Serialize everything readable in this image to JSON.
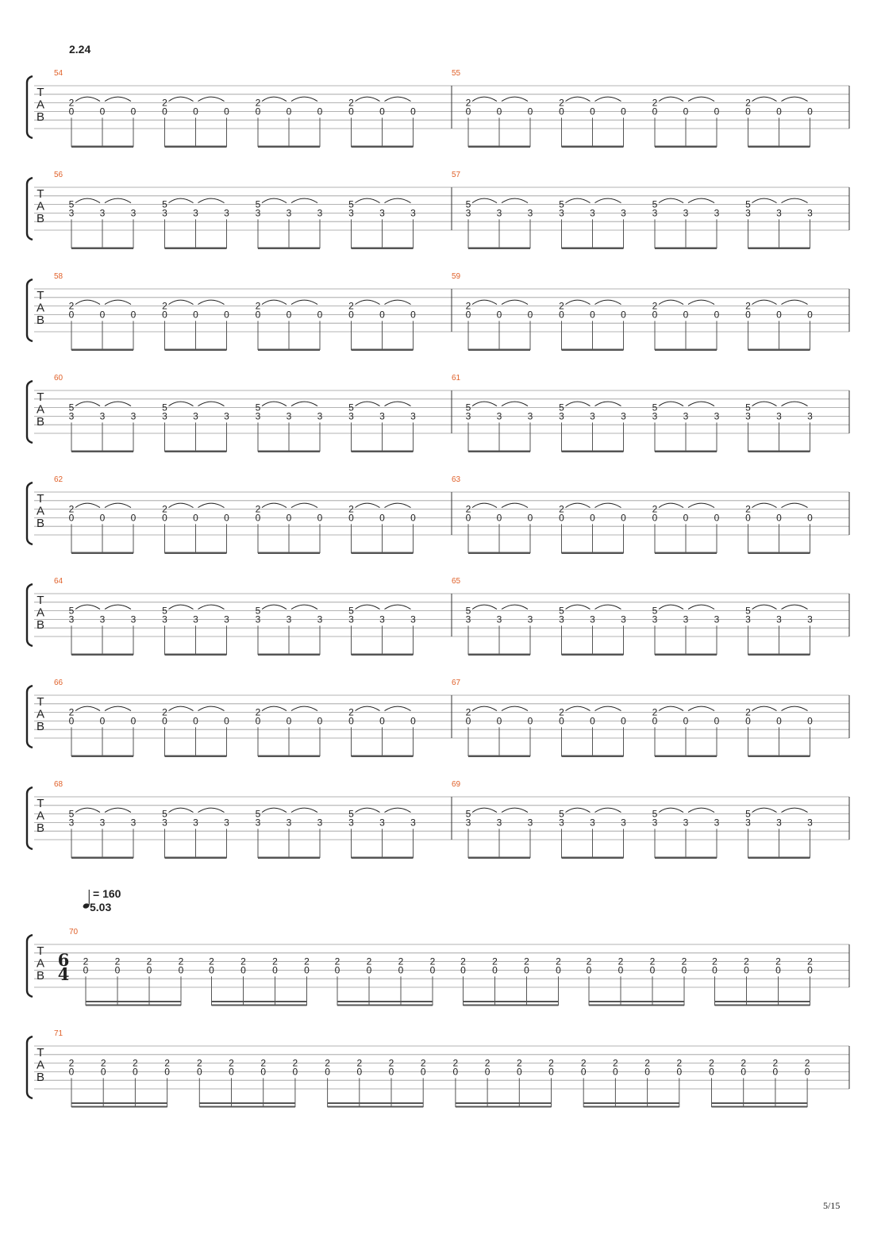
{
  "page": {
    "rehearsal_marks": [
      "2.24",
      "5.03"
    ],
    "tempo": {
      "note": "quarter",
      "bpm": "160",
      "label": "= 160"
    },
    "page_number": "5/15",
    "tab_clef": [
      "T",
      "A",
      "B"
    ]
  },
  "systems": [
    {
      "bars": [
        "54",
        "55"
      ],
      "time_signature": null,
      "pattern": {
        "type": "eighth-triplet-slur",
        "top_fret": "2",
        "bottom_fret": "0",
        "beat_groups_per_bar": 4
      }
    },
    {
      "bars": [
        "56",
        "57"
      ],
      "time_signature": null,
      "pattern": {
        "type": "eighth-triplet-slur",
        "top_fret": "5",
        "bottom_fret": "3",
        "beat_groups_per_bar": 4
      }
    },
    {
      "bars": [
        "58",
        "59"
      ],
      "time_signature": null,
      "pattern": {
        "type": "eighth-triplet-slur",
        "top_fret": "2",
        "bottom_fret": "0",
        "beat_groups_per_bar": 4
      }
    },
    {
      "bars": [
        "60",
        "61"
      ],
      "time_signature": null,
      "pattern": {
        "type": "eighth-triplet-slur",
        "top_fret": "5",
        "bottom_fret": "3",
        "beat_groups_per_bar": 4
      }
    },
    {
      "bars": [
        "62",
        "63"
      ],
      "time_signature": null,
      "pattern": {
        "type": "eighth-triplet-slur",
        "top_fret": "2",
        "bottom_fret": "0",
        "beat_groups_per_bar": 4
      }
    },
    {
      "bars": [
        "64",
        "65"
      ],
      "time_signature": null,
      "pattern": {
        "type": "eighth-triplet-slur",
        "top_fret": "5",
        "bottom_fret": "3",
        "beat_groups_per_bar": 4
      }
    },
    {
      "bars": [
        "66",
        "67"
      ],
      "time_signature": null,
      "pattern": {
        "type": "eighth-triplet-slur",
        "top_fret": "2",
        "bottom_fret": "0",
        "beat_groups_per_bar": 4
      }
    },
    {
      "bars": [
        "68",
        "69"
      ],
      "time_signature": null,
      "pattern": {
        "type": "eighth-triplet-slur",
        "top_fret": "5",
        "bottom_fret": "3",
        "beat_groups_per_bar": 4
      }
    },
    {
      "bars": [
        "70"
      ],
      "time_signature": {
        "top": "6",
        "bottom": "4"
      },
      "pattern": {
        "type": "sixteenth-power-chord",
        "top_fret": "2",
        "bottom_fret": "0",
        "beat_groups_per_bar": 6
      }
    },
    {
      "bars": [
        "71"
      ],
      "time_signature": null,
      "pattern": {
        "type": "sixteenth-power-chord",
        "top_fret": "2",
        "bottom_fret": "0",
        "beat_groups_per_bar": 6
      }
    }
  ]
}
